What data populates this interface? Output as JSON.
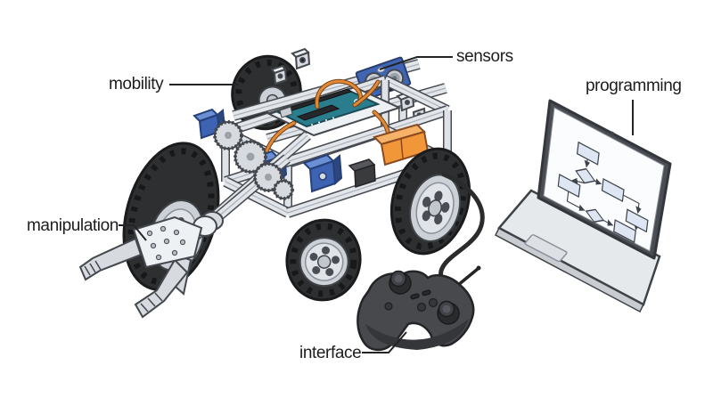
{
  "diagram": {
    "background": "#ffffff",
    "labels": {
      "mobility": "mobility",
      "sensors": "sensors",
      "programming": "programming",
      "manipulation": "manipulation",
      "interface": "interface"
    },
    "colors": {
      "background": "#ffffff",
      "line": "#232426",
      "text": "#1d1d1f",
      "frame_gray": "#e2e6ea",
      "tire_black": "#2e2f31",
      "rim_gray": "#ccd1d7",
      "arduino_teal": "#2a7d8d",
      "servo_blue": "#3d63b2",
      "sensor_board_blue": "#3f65b4",
      "wire_orange": "#e08a35",
      "battery_orange": "#f2963a",
      "laptop_gray": "#e6e9ec",
      "screen_white": "#fafcfe",
      "flowchart_fill": "#dde6f2",
      "controller_gray": "#48494d"
    }
  }
}
